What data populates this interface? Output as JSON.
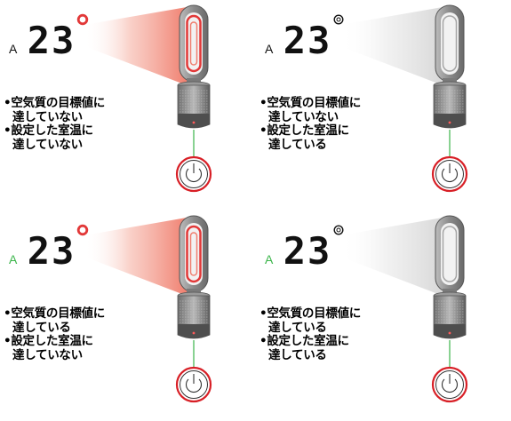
{
  "panels": [
    {
      "mode_label": "A",
      "mode_color": "#111111",
      "temperature": "23",
      "degree_color": "#e23838",
      "glow": "heat",
      "device_glow": "#e23838",
      "status_lines": [
        "•空気質の目標値に",
        "達していない",
        "•設定した室温に",
        "達していない"
      ]
    },
    {
      "mode_label": "A",
      "mode_color": "#111111",
      "temperature": "23",
      "degree_color": "#111111",
      "glow": "none",
      "device_glow": "#9a9a9a",
      "status_lines": [
        "•空気質の目標値に",
        "達していない",
        "•設定した室温に",
        "達している"
      ]
    },
    {
      "mode_label": "A",
      "mode_color": "#3bb54a",
      "temperature": "23",
      "degree_color": "#e23838",
      "glow": "heat",
      "device_glow": "#e23838",
      "status_lines": [
        "•空気質の目標値に",
        "達している",
        "•設定した室温に",
        "達していない"
      ]
    },
    {
      "mode_label": "A",
      "mode_color": "#3bb54a",
      "temperature": "23",
      "degree_color": "#111111",
      "glow": "none",
      "device_glow": "#9a9a9a",
      "status_lines": [
        "•空気質の目標値に",
        "達している",
        "•設定した室温に",
        "達している"
      ]
    }
  ],
  "colors": {
    "power_ring": "#d81f26",
    "link_line": "#3bb54a",
    "heat_glow": "#f08070"
  },
  "icons": [
    "power-icon",
    "fan-heater-icon"
  ]
}
